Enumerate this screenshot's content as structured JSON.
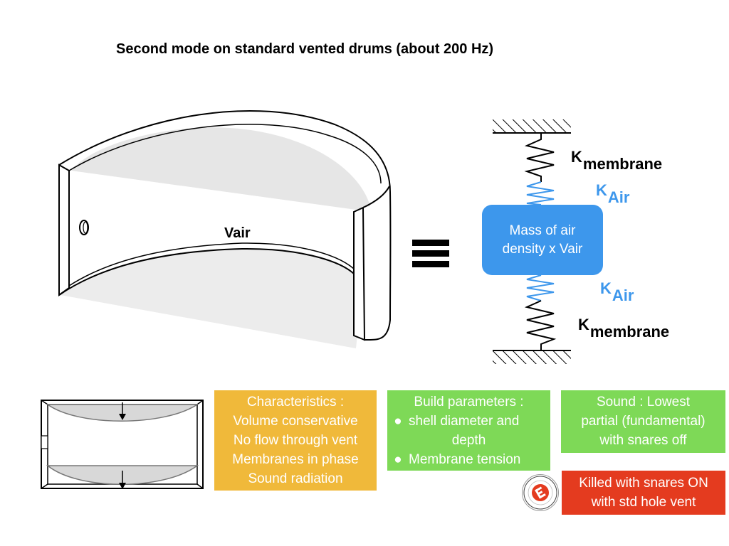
{
  "title": "Second mode on standard vented drums (about 200 Hz)",
  "drum": {
    "volume_label": "Vair"
  },
  "model": {
    "k_membrane_top": {
      "main": "K",
      "sub": "membrane"
    },
    "k_air_top": {
      "main": "K",
      "sub": "Air"
    },
    "mass_box": {
      "line1": "Mass of air",
      "line2": "density x Vair"
    },
    "k_air_bottom": {
      "main": "K",
      "sub": "Air"
    },
    "k_membrane_bottom": {
      "main": "K",
      "sub": "membrane"
    }
  },
  "boxes": {
    "characteristics": {
      "lines": [
        "Characteristics :",
        "Volume conservative",
        "No flow through vent",
        "Membranes in phase",
        "Sound radiation"
      ]
    },
    "build": {
      "heading": "Build parameters :",
      "bullets": [
        "shell diameter and depth",
        "Membrane tension"
      ],
      "bullet_wrapped": [
        "shell diameter and",
        "depth"
      ]
    },
    "sound": {
      "lines": [
        "Sound : Lowest",
        "partial (fundamental)",
        "with snares off"
      ]
    },
    "killed": {
      "lines": [
        "Killed with snares ON",
        "with std hole vent"
      ]
    }
  },
  "colors": {
    "blue": "#3d97ec",
    "orange": "#f0b93a",
    "green": "#7ed957",
    "red": "#e43b1f"
  },
  "icons": [
    "hatched-ground-icon",
    "spring-icon",
    "equivalence-icon",
    "arrow-down-icon",
    "e-logo-badge"
  ]
}
